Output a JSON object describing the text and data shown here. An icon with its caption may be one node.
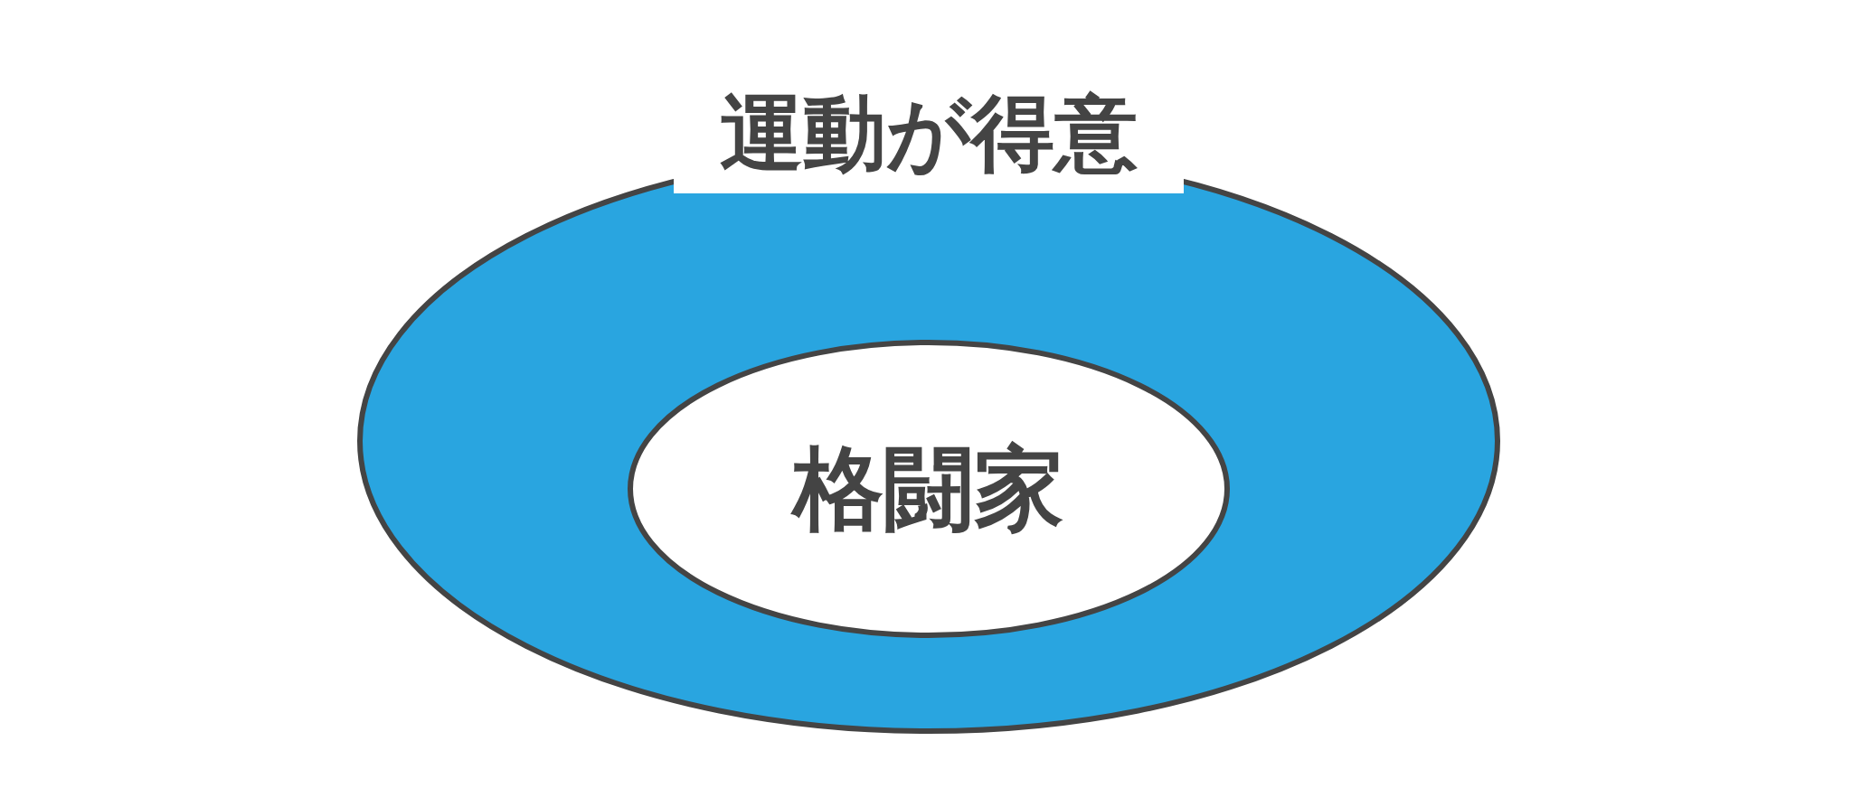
{
  "diagram": {
    "nodes": [
      {
        "text": [
          "運動が得意"
        ]
      },
      {
        "text": [
          "格闘家"
        ],
        "in": 0
      }
    ],
    "edges": []
  }
}
